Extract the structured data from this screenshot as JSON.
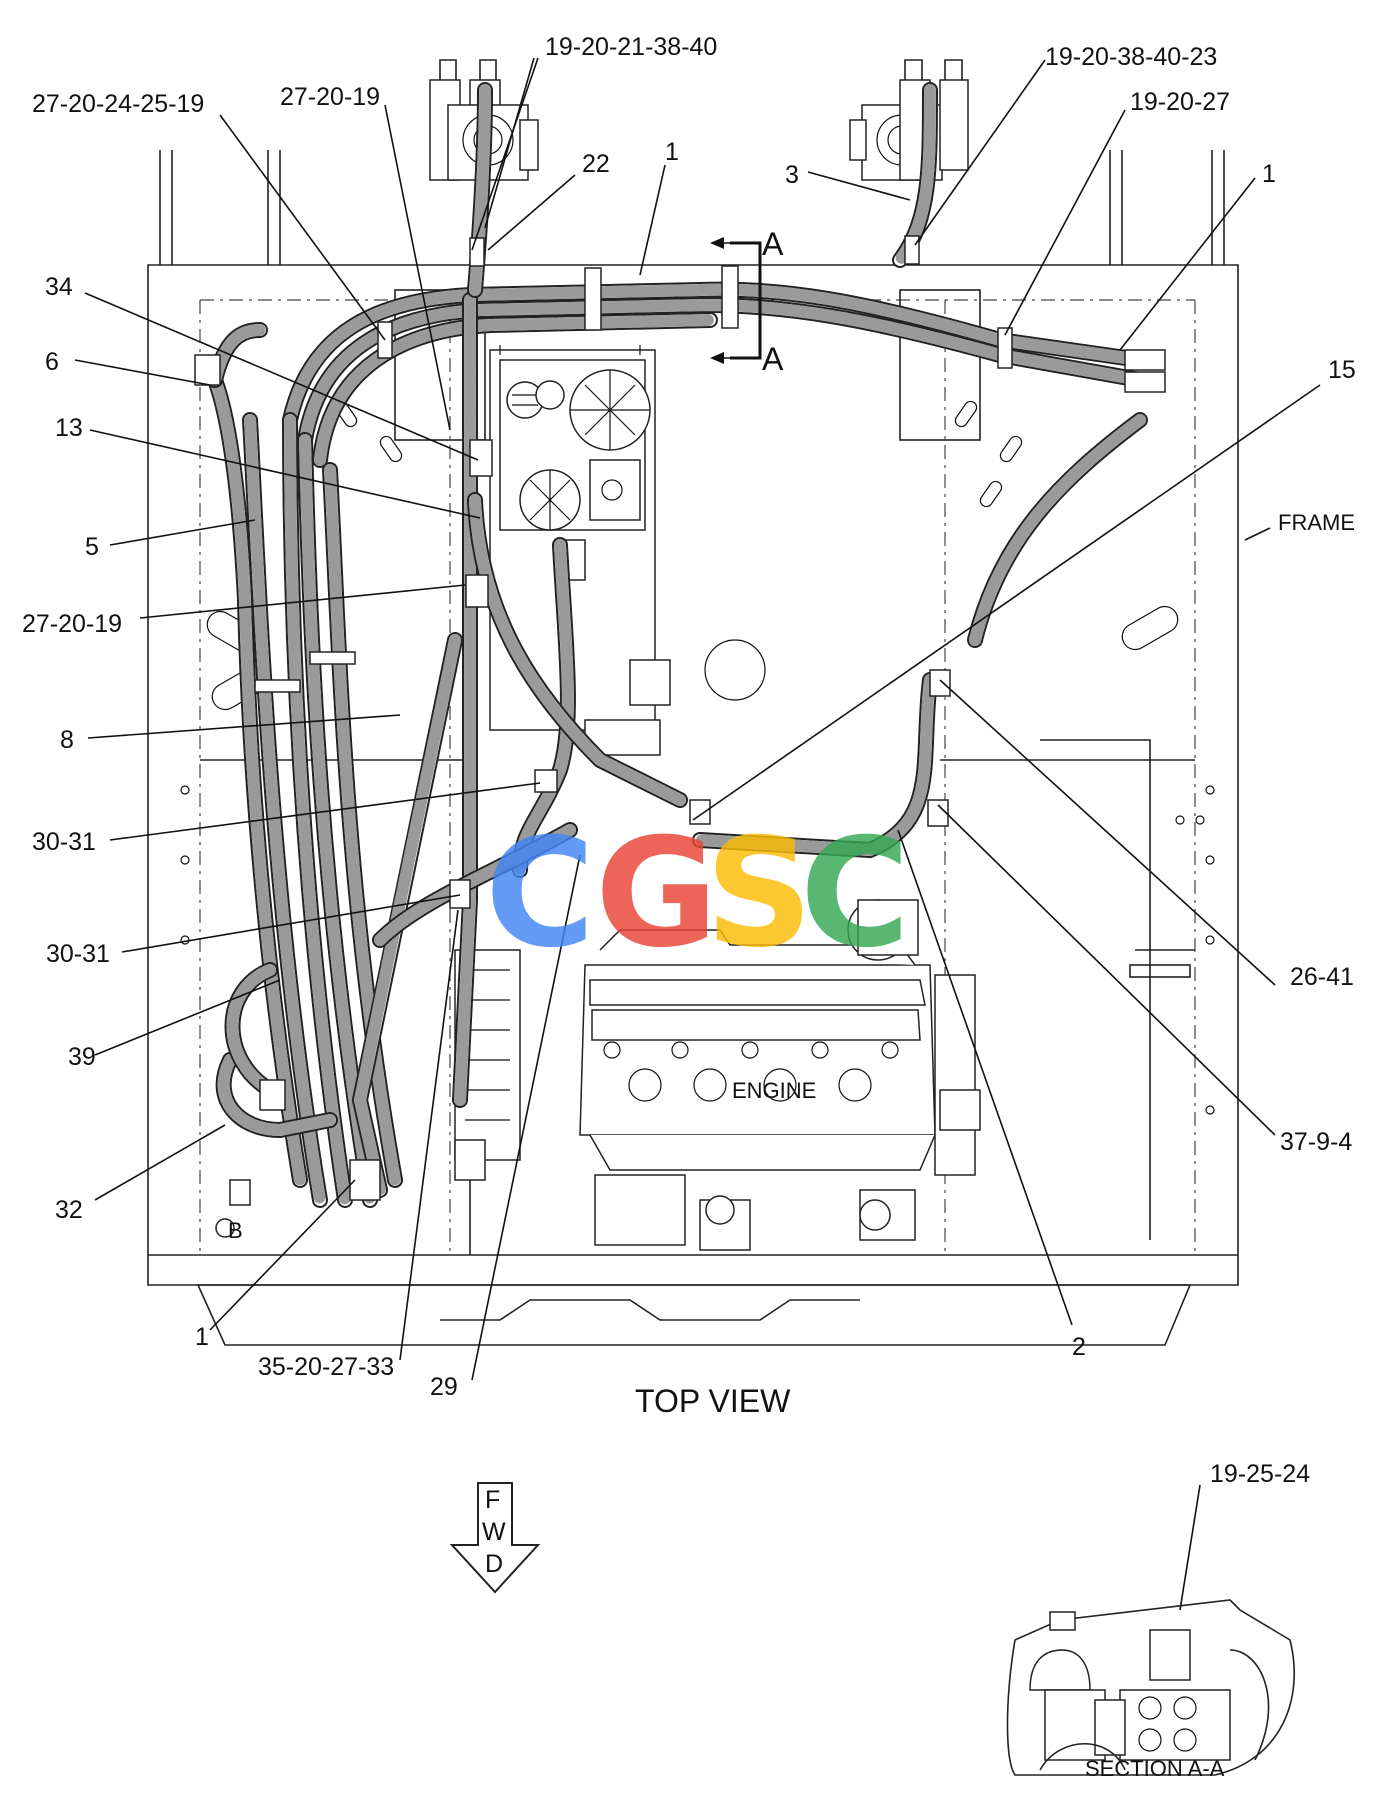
{
  "labels": {
    "top_center": "19-20-21-38-40",
    "top_right_1": "19-20-38-40-23",
    "top_right_2": "19-20-27",
    "top_left_1": "27-20-24-25-19",
    "top_left_2": "27-20-19",
    "n22": "22",
    "n1_top": "1",
    "n3": "3",
    "n1_right": "1",
    "n34": "34",
    "n6": "6",
    "n13": "13",
    "n5": "5",
    "n15": "15",
    "mid_left": "27-20-19",
    "frame": "FRAME",
    "n8": "8",
    "n30_31_a": "30-31",
    "n30_31_b": "30-31",
    "n26_41": "26-41",
    "n39": "39",
    "engine": "ENGINE",
    "n37_9_4": "37-9-4",
    "n32": "32",
    "b": "B",
    "n1_bottom": "1",
    "n35_20_27_33": "35-20-27-33",
    "n29": "29",
    "n2": "2",
    "section_a_top": "A",
    "section_a_bottom": "A",
    "section_label_ref": "19-25-24"
  },
  "titles": {
    "top_view": "TOP VIEW",
    "section_aa": "SECTION  A-A"
  },
  "fwd": [
    "F",
    "W",
    "D"
  ],
  "watermark": {
    "letters": [
      "C",
      "G",
      "S",
      "C"
    ],
    "colors": [
      "#4285f4",
      "#ea4335",
      "#fbbc05",
      "#34a853"
    ]
  }
}
